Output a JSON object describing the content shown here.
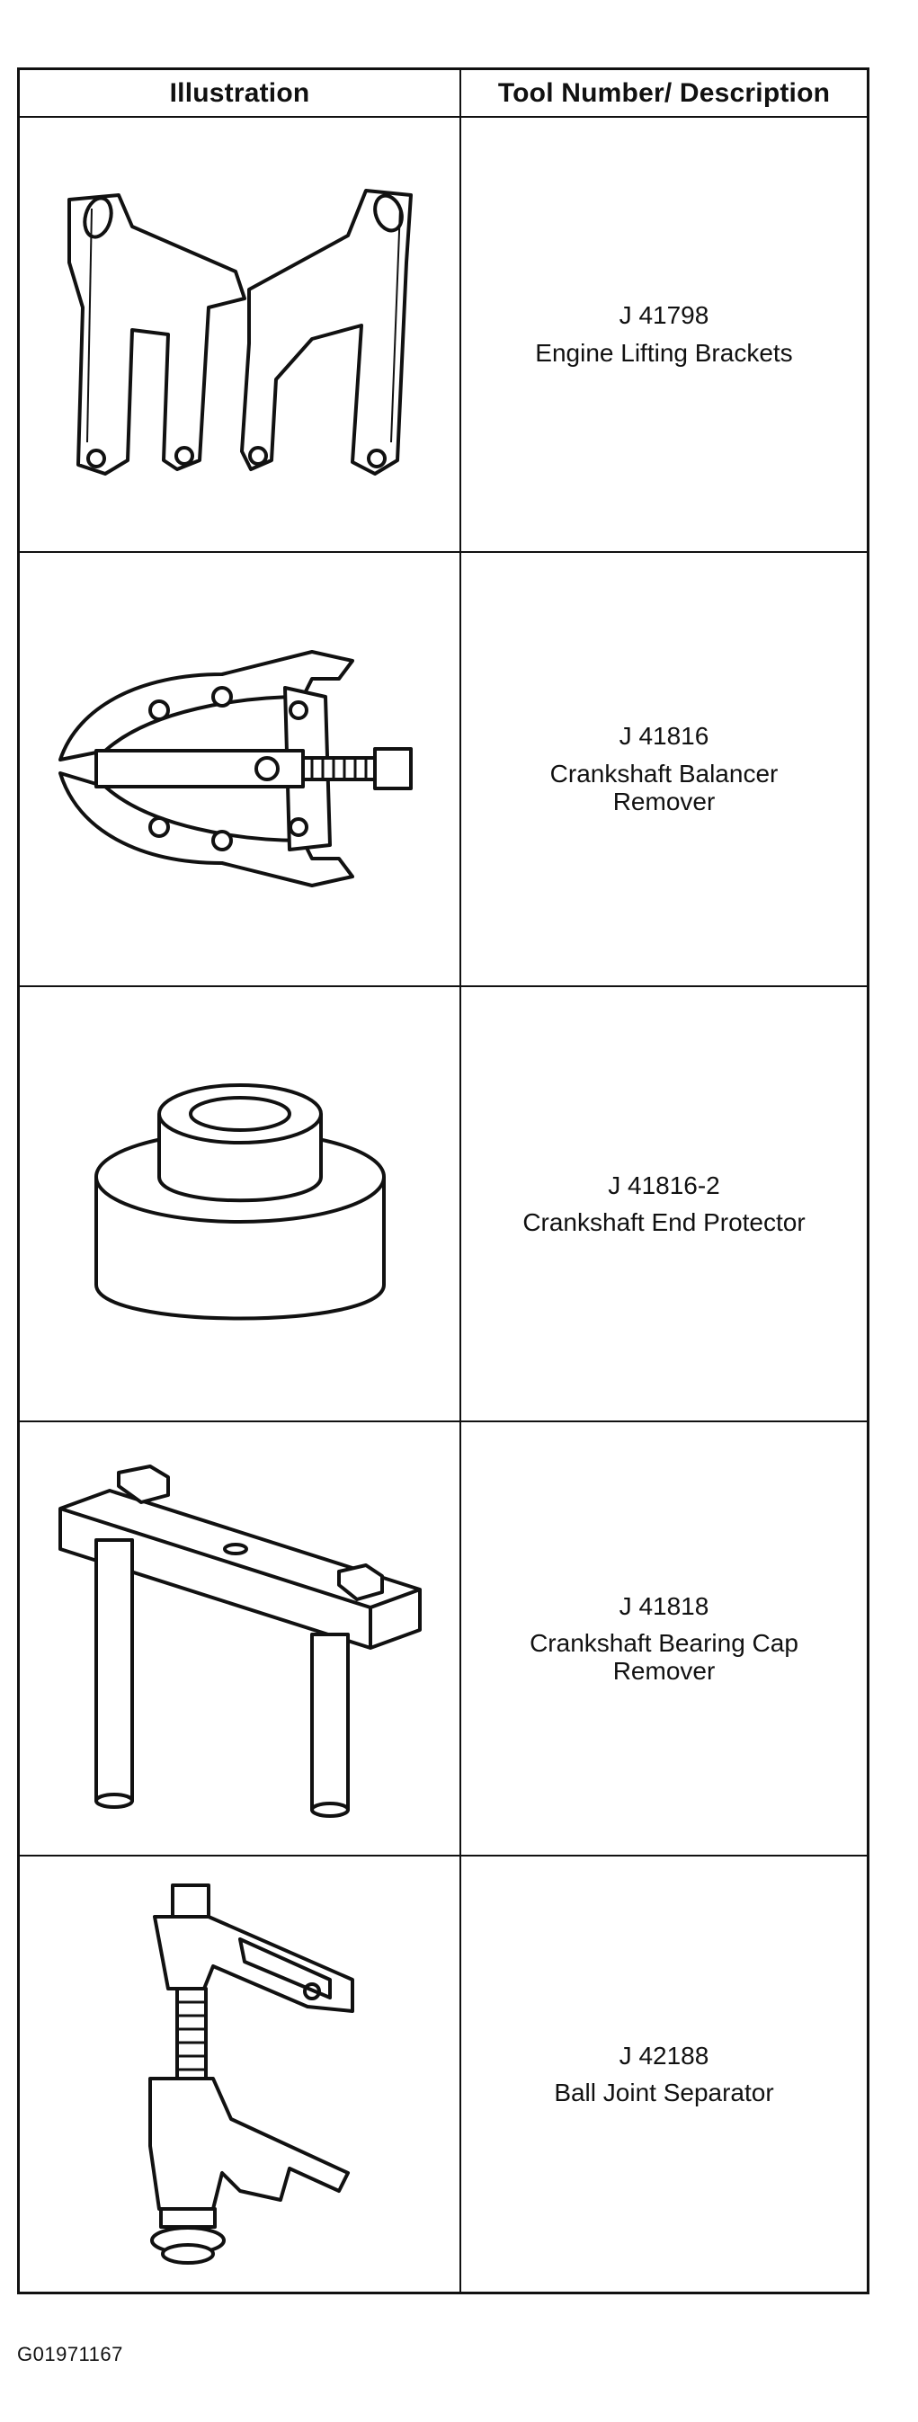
{
  "table": {
    "headers": [
      "Illustration",
      "Tool Number/ Description"
    ],
    "rows": [
      {
        "number": "J 41798",
        "description_lines": [
          "Engine Lifting Brackets"
        ],
        "illustration_icon": "engine-lifting-brackets-icon"
      },
      {
        "number": "J 41816",
        "description_lines": [
          "Crankshaft Balancer",
          "Remover"
        ],
        "illustration_icon": "crankshaft-balancer-remover-icon"
      },
      {
        "number": "J 41816-2",
        "description_lines": [
          "Crankshaft End Protector"
        ],
        "illustration_icon": "crankshaft-end-protector-icon"
      },
      {
        "number": "J 41818",
        "description_lines": [
          "Crankshaft Bearing Cap",
          "Remover"
        ],
        "illustration_icon": "crankshaft-bearing-cap-remover-icon"
      },
      {
        "number": "J 42188",
        "description_lines": [
          "Ball Joint Separator"
        ],
        "illustration_icon": "ball-joint-separator-icon"
      }
    ]
  },
  "caption": "G01971167",
  "colors": {
    "line": "#111111",
    "background": "#ffffff"
  }
}
